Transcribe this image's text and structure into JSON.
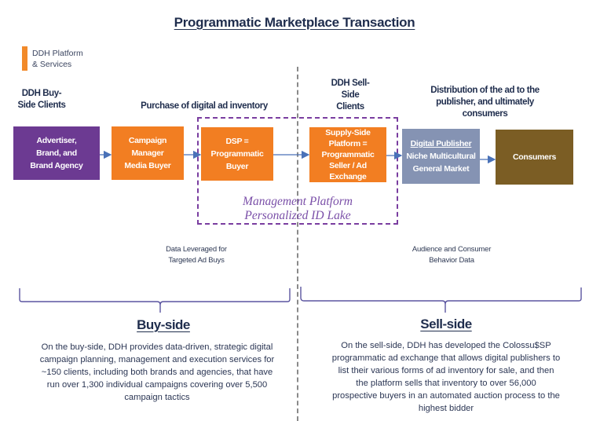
{
  "title": "Programmatic Marketplace Transaction",
  "legend": {
    "color": "#f28a2a",
    "label_line1": "DDH Platform",
    "label_line2": "& Services"
  },
  "headers": {
    "buy_side_clients": [
      "DDH Buy-",
      "Side Clients"
    ],
    "purchase": "Purchase of digital ad inventory",
    "sell_side_clients": [
      "DDH Sell-",
      "Side",
      "Clients"
    ],
    "distribution": [
      "Distribution of the ad to the",
      "publisher, and ultimately",
      "consumers"
    ]
  },
  "flow": [
    {
      "id": "advertiser",
      "lines": [
        "Advertiser,",
        "Brand, and",
        "Brand Agency"
      ],
      "color": "#6c3a92"
    },
    {
      "id": "campaign-manager",
      "lines": [
        "Campaign Manager",
        "Media Buyer"
      ],
      "color": "#f27e22"
    },
    {
      "id": "dsp",
      "lines": [
        "DSP =",
        "Programmatic",
        "Buyer"
      ],
      "color": "#f27e22"
    },
    {
      "id": "ssp",
      "lines": [
        "Supply-Side",
        "Platform =",
        "Programmatic",
        "Seller / Ad",
        "Exchange"
      ],
      "color": "#f27e22"
    },
    {
      "id": "digital-publisher",
      "lines": [
        "Digital Publisher",
        "Niche Multicultural",
        "General Market"
      ],
      "color": "#8593b3"
    },
    {
      "id": "consumers",
      "lines": [
        "Consumers"
      ],
      "color": "#7b5d24"
    }
  ],
  "management_platform": [
    "Management Platform",
    "Personalized ID Lake"
  ],
  "data_labels": {
    "buy": [
      "Data Leveraged for",
      "Targeted Ad Buys"
    ],
    "sell": [
      "Audience and Consumer",
      "Behavior Data"
    ]
  },
  "sections": {
    "buy": {
      "title": "Buy-side",
      "lines": [
        "On the buy-side, DDH provides data-driven, strategic digital",
        "campaign planning, management and execution services for",
        "~150 clients, including both brands and agencies, that have",
        "run over 1,300 individual campaigns covering over 5,500",
        "campaign tactics"
      ]
    },
    "sell": {
      "title": "Sell-side",
      "lines": [
        "On the sell-side, DDH has developed the Colossu$SP",
        "programmatic ad exchange that allows digital publishers to",
        "list their various forms of ad inventory for sale, and then",
        "the platform sells that inventory to over 56,000",
        "prospective buyers in an automated auction process to the",
        "highest bidder"
      ]
    }
  },
  "colors": {
    "arrow": "#4a72b8",
    "brace": "#5b55a0",
    "divider": "#8a8a8a",
    "management_border": "#7a3ea0"
  }
}
